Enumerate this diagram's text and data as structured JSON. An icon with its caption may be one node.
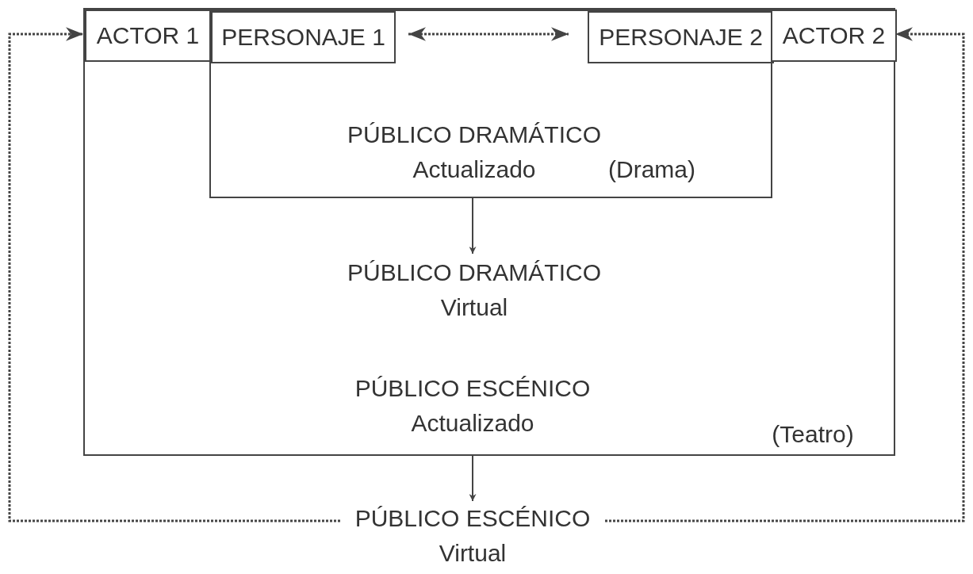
{
  "diagram": {
    "nodes": [
      {
        "text": [
          "PÚBLICO ESCÉNICO Actualizado",
          "(Teatro)"
        ]
      },
      {
        "text": [
          "ACTOR 1"
        ],
        "in": 0
      },
      {
        "text": [
          "PÚBLICO DRAMÁTICO Actualizado",
          "(Drama)"
        ],
        "in": 0
      },
      {
        "text": [
          "PERSONAJE 1"
        ],
        "in": 2
      },
      {
        "text": [
          "PERSONAJE 2"
        ],
        "in": 2
      },
      {
        "text": [
          "ACTOR 2"
        ],
        "in": 0
      },
      {
        "text": [
          "PÚBLICO DRAMÁTICO Virtual"
        ],
        "in": 0
      },
      {
        "text": [
          "PÚBLICO ESCÉNICO Virtual"
        ]
      }
    ],
    "edges": [
      {
        "from": 3,
        "to": 4,
        "arrow": "both",
        "style": "dashed"
      },
      {
        "from": 2,
        "to": 6,
        "arrow": "to"
      },
      {
        "from": 0,
        "to": 7,
        "arrow": "to"
      },
      {
        "from": 7,
        "to": 1,
        "arrow": "to",
        "style": "dashed"
      },
      {
        "from": 7,
        "to": 5,
        "arrow": "to",
        "style": "dashed"
      }
    ]
  }
}
